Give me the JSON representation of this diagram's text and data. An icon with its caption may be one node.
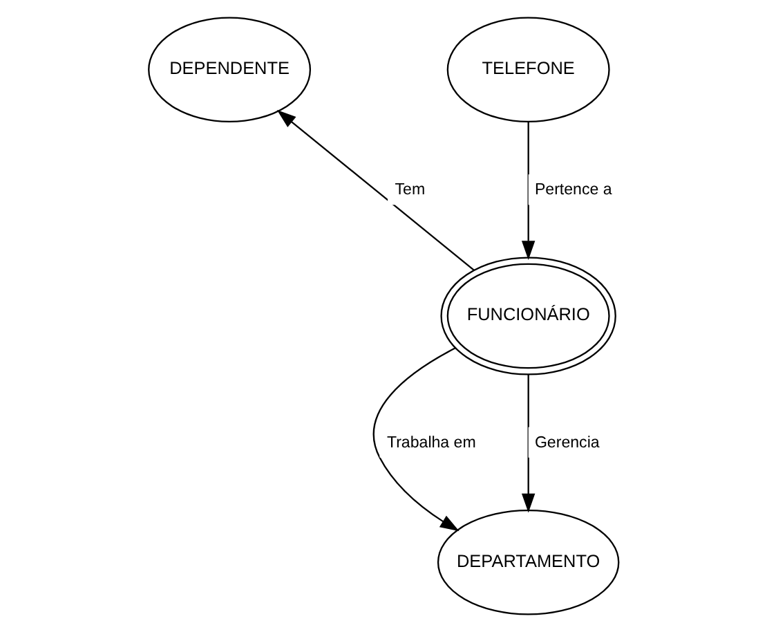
{
  "diagram": {
    "nodes": [
      {
        "text": [
          "DEPENDENTE"
        ]
      },
      {
        "text": [
          "TELEFONE"
        ]
      },
      {
        "text": [
          "FUNCIONÁRIO"
        ]
      },
      {
        "text": [
          "DEPARTAMENTO"
        ]
      }
    ],
    "edges": [
      {
        "from": 2,
        "to": 0,
        "arrow": "to",
        "label": "Tem"
      },
      {
        "from": 1,
        "to": 2,
        "arrow": "to",
        "label": "Pertence a"
      },
      {
        "from": 2,
        "to": 3,
        "arrow": "to",
        "label": "Trabalha em"
      },
      {
        "from": 2,
        "to": 3,
        "arrow": "to",
        "label": "Gerencia"
      }
    ]
  }
}
